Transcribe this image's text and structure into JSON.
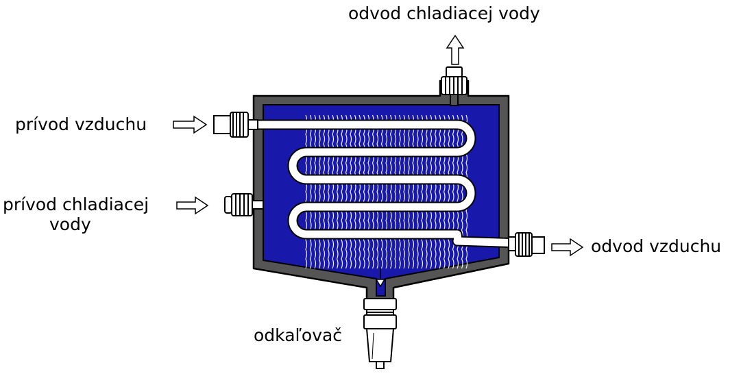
{
  "labels": {
    "water_outlet": "odvod chladiacej vody",
    "air_inlet": "prívod vzduchu",
    "water_inlet_line1": "prívod chladiacej",
    "water_inlet_line2": "vody",
    "air_outlet": "odvod vzduchu",
    "drain": "odkaľovač"
  },
  "colors": {
    "coolant": "#1818aa",
    "housing": "#555555",
    "tube": "#ffffff",
    "outline": "#000000"
  }
}
